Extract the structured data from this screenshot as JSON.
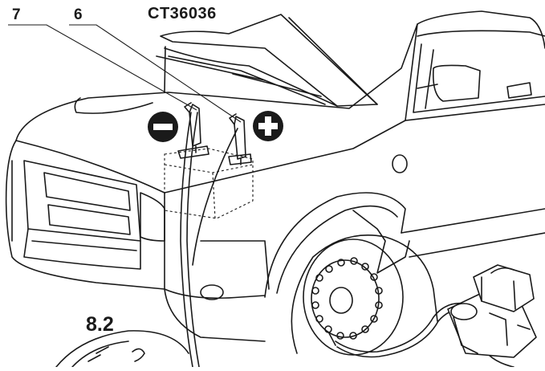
{
  "labels": {
    "callout_7": "7",
    "callout_6": "6",
    "model_code": "CT36036",
    "step_number": "8.2"
  },
  "symbols": {
    "negative_terminal": "minus-icon",
    "positive_terminal": "plus-icon"
  },
  "colors": {
    "line": "#1a1a1a",
    "background": "#ffffff"
  }
}
